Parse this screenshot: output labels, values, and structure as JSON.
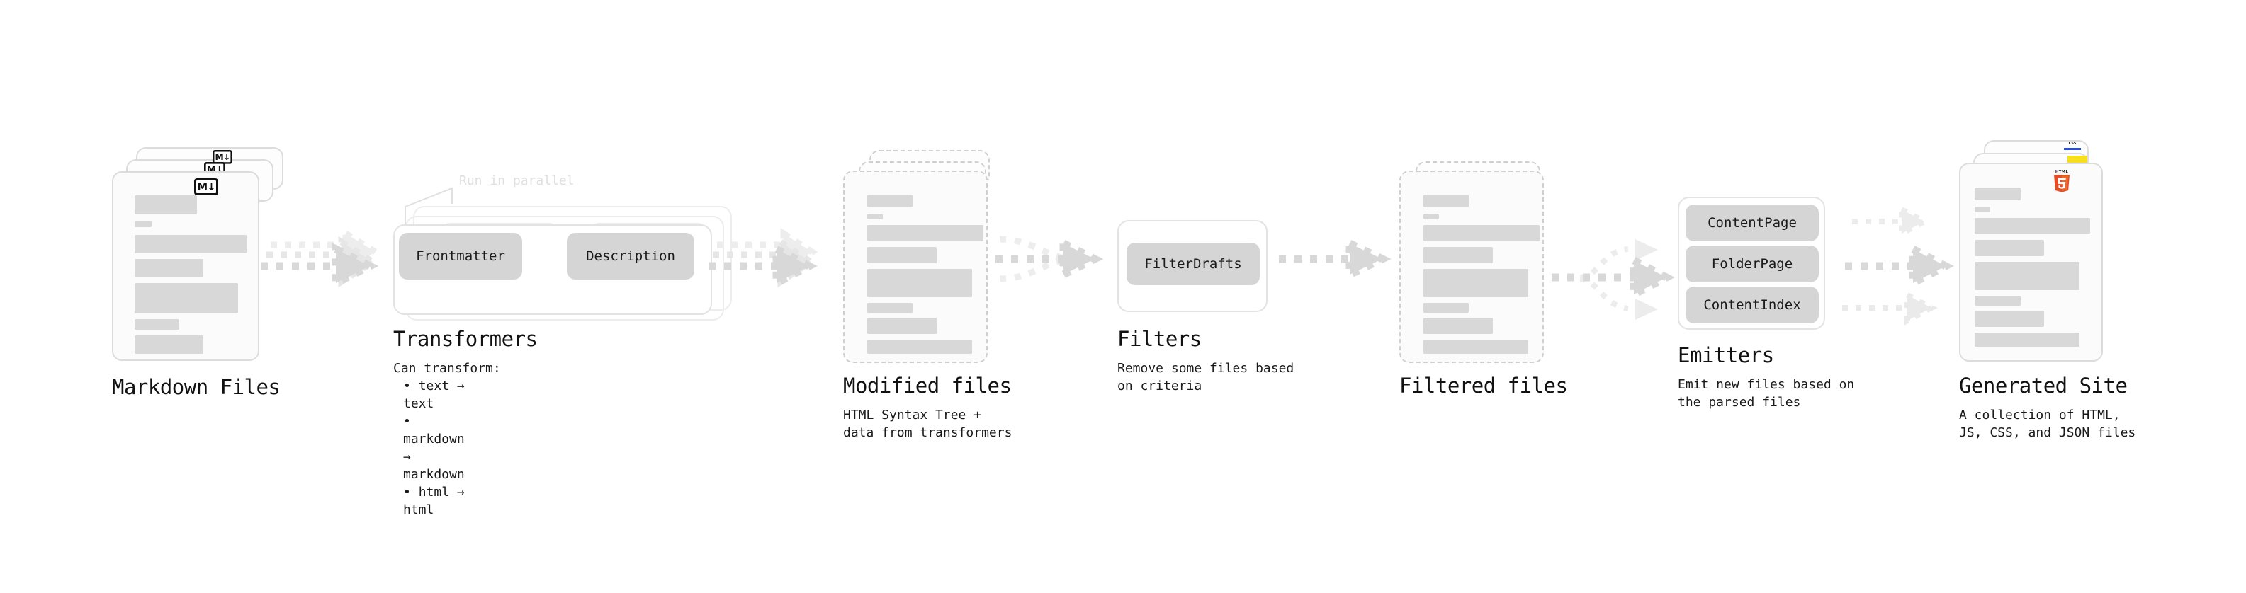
{
  "diagram": {
    "title_visible": false,
    "palette": {
      "background": "#ffffff",
      "card_fill": "#fbfbfb",
      "card_border": "#dcdcdc",
      "skeleton_bar": "#d8d8d8",
      "pill_fill": "#d5d5d5",
      "arrow": "#d8d8d8",
      "text": "#111111",
      "ghost_text": "#e0e0e0",
      "html5_orange": "#e44d26",
      "js_yellow": "#f7df1e",
      "css_blue": "#264de4"
    }
  },
  "stages": [
    {
      "id": "markdown-files",
      "title": "Markdown Files",
      "subtitle": "",
      "badge": "M↓",
      "badge_icon": "markdown-icon"
    },
    {
      "id": "transformers",
      "title": "Transformers",
      "subtitle": "Can transform:",
      "parallel_label": "Run in parallel",
      "pills": [
        "Frontmatter",
        "Description"
      ],
      "list": [
        "text → text",
        "markdown → markdown",
        "html → html"
      ]
    },
    {
      "id": "modified-files",
      "title": "Modified files",
      "subtitle": "HTML Syntax Tree +\ndata from transformers"
    },
    {
      "id": "filters",
      "title": "Filters",
      "subtitle": "Remove some files based\non criteria",
      "pills": [
        "FilterDrafts"
      ]
    },
    {
      "id": "filtered-files",
      "title": "Filtered files",
      "subtitle": ""
    },
    {
      "id": "emitters",
      "title": "Emitters",
      "subtitle": "Emit new files based on\nthe parsed files",
      "pills": [
        "ContentPage",
        "FolderPage",
        "ContentIndex"
      ]
    },
    {
      "id": "generated-site",
      "title": "Generated Site",
      "subtitle": "A collection of HTML,\nJS, CSS, and JSON files",
      "badges": [
        "HTML5",
        "JS",
        "CSS"
      ]
    }
  ]
}
